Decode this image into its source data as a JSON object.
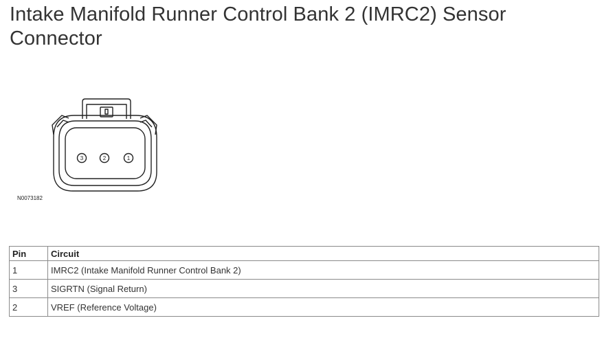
{
  "document": {
    "title": "Intake Manifold Runner Control Bank 2 (IMRC2) Sensor Connector"
  },
  "figure": {
    "code": "N0073182",
    "pin_labels": [
      "3",
      "2",
      "1"
    ]
  },
  "table": {
    "headers": {
      "pin": "Pin",
      "circuit": "Circuit"
    },
    "rows": [
      {
        "pin": "1",
        "circuit": "IMRC2 (Intake Manifold Runner Control Bank 2)"
      },
      {
        "pin": "3",
        "circuit": "SIGRTN (Signal Return)"
      },
      {
        "pin": "2",
        "circuit": "VREF (Reference Voltage)"
      }
    ]
  }
}
